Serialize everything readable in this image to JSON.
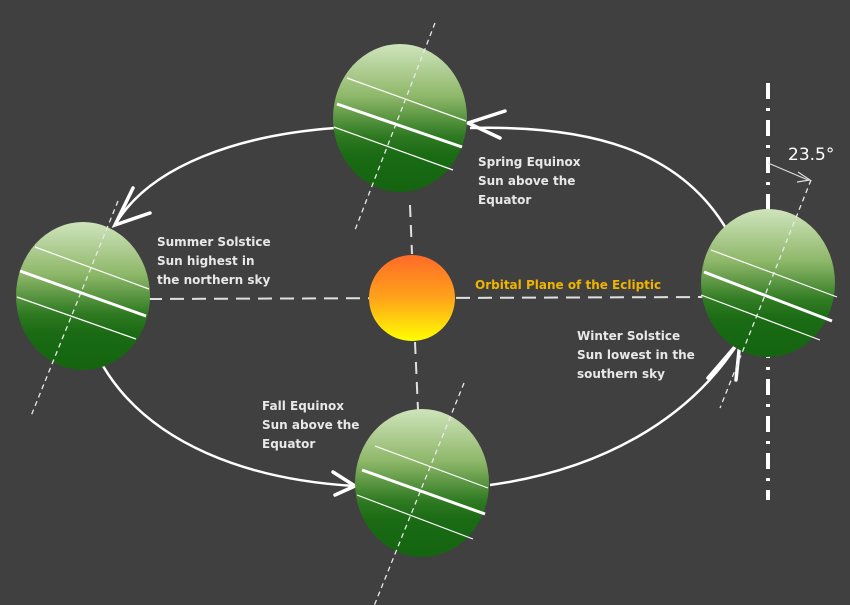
{
  "diagram": {
    "title": "Earth's Orbit and Seasons",
    "tilt_label": "23.5°",
    "tilt_degrees": 23.5,
    "ecliptic_label": "Orbital Plane of the Ecliptic",
    "colors": {
      "background": "#404040",
      "ecliptic_label": "#f0b400",
      "earth_light": "#c8e0b0",
      "earth_dark": "#1a6b14",
      "sun_top": "#ff6a28",
      "sun_bottom": "#ffff00"
    },
    "positions": [
      {
        "id": "spring",
        "line1": "Spring Equinox",
        "line2": "Sun above the",
        "line3": "Equator"
      },
      {
        "id": "summer",
        "line1": "Summer Solstice",
        "line2": "Sun highest in",
        "line3": "the northern sky"
      },
      {
        "id": "fall",
        "line1": "Fall Equinox",
        "line2": "Sun above the",
        "line3": "Equator"
      },
      {
        "id": "winter",
        "line1": "Winter Solstice",
        "line2": "Sun lowest in the",
        "line3": "southern sky"
      }
    ]
  }
}
